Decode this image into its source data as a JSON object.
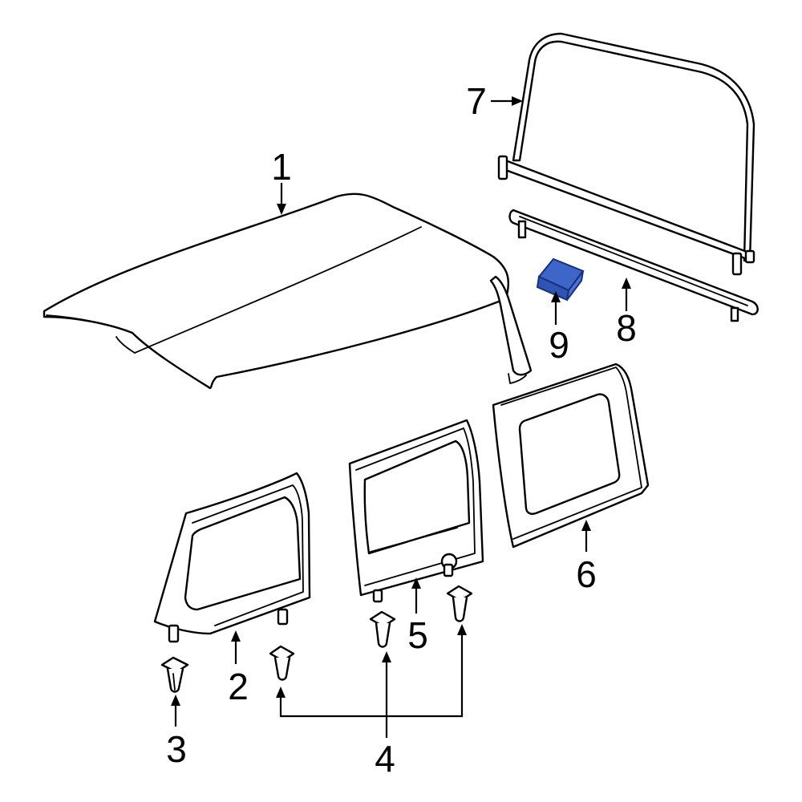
{
  "callouts": {
    "c1": "1",
    "c2": "2",
    "c3": "3",
    "c4": "4",
    "c5": "5",
    "c6": "6",
    "c7": "7",
    "c8": "8",
    "c9": "9"
  },
  "colors": {
    "line": "#000000",
    "background": "#ffffff",
    "highlight_fill": "#3e66c8",
    "highlight_stroke": "#1a2f7a"
  }
}
